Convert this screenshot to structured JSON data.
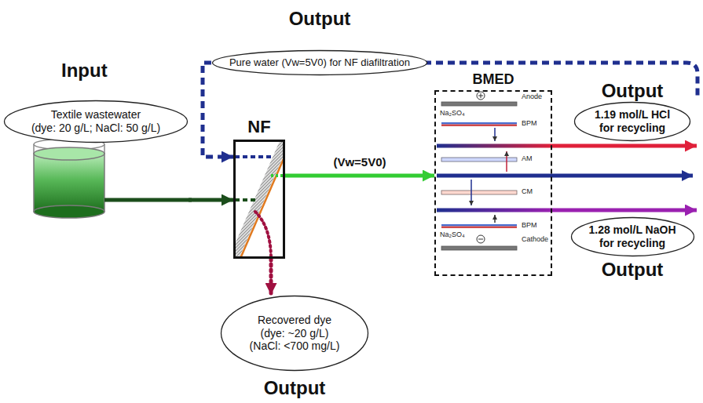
{
  "diagram": {
    "nodes": [
      {
        "text": [
          "Textile wastewater",
          "(dye: 20 g/L; NaCl: 50 g/L)"
        ]
      },
      {
        "text": [
          "Pure water (Vw=5V0) for NF diafiltration"
        ]
      },
      {
        "text": [
          "NF"
        ]
      },
      {
        "text": [
          "BMED"
        ]
      },
      {
        "text": [
          "1.19 mol/L HCl for recycling"
        ]
      },
      {
        "text": [
          "1.28 mol/L NaOH for recycling"
        ]
      },
      {
        "text": [
          "Recovered dye",
          "(dye: ~20 g/L)",
          "(NaCl: <700 mg/L)"
        ]
      }
    ],
    "edges": [
      {
        "from": 0,
        "to": 2,
        "arrow": "to"
      },
      {
        "from": 1,
        "to": 2,
        "arrow": "to"
      },
      {
        "from": 2,
        "to": 3,
        "label": "(Vw=5V0)",
        "arrow": "to"
      },
      {
        "from": 2,
        "to": 6,
        "arrow": "to"
      },
      {
        "from": 3,
        "to": 4,
        "arrow": "to"
      },
      {
        "from": 3,
        "to": 5,
        "arrow": "to"
      }
    ],
    "labels": [
      "Input",
      "Output",
      "Output",
      "Output",
      "Output",
      "Na₂SO₄",
      "Anode",
      "BPM",
      "AM",
      "CM",
      "BPM",
      "Na₂SO₄",
      "Cathode"
    ]
  }
}
